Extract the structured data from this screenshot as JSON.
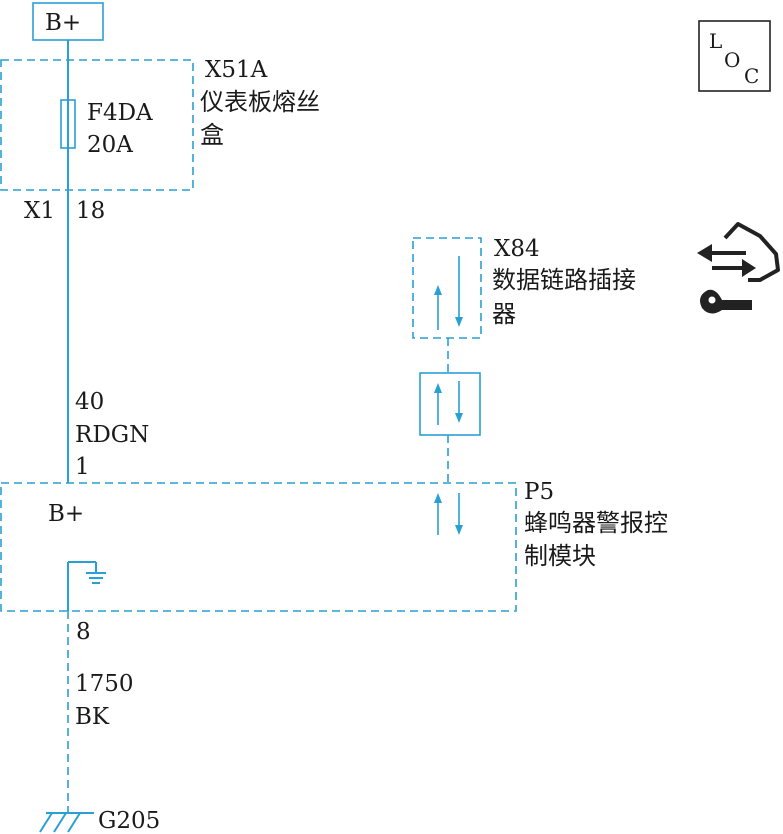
{
  "colors": {
    "wire": "#2a9fd4",
    "text": "#1a1a1a",
    "icon": "#222222"
  },
  "battery_label": "B+",
  "loc_badge": {
    "l": "L",
    "o": "O",
    "c": "C"
  },
  "fuse_box": {
    "id": "X51A",
    "name_line1": "仪表板熔丝",
    "name_line2": "盒",
    "fuse_id": "F4DA",
    "fuse_rating": "20A",
    "connector": "X1",
    "pin": "18"
  },
  "wire1": {
    "circuit": "40",
    "color": "RDGN",
    "pin": "1"
  },
  "dlc": {
    "id": "X84",
    "name_line1": "数据链路插接",
    "name_line2": "器"
  },
  "module": {
    "id": "P5",
    "name_line1": "蜂鸣器警报控",
    "name_line2": "制模块",
    "supply": "B+",
    "ground_pin": "8"
  },
  "wire2": {
    "circuit": "1750",
    "color": "BK"
  },
  "ground": {
    "id": "G205"
  },
  "icons": {
    "diagnostic": "diagnostic-tool-icon",
    "ground": "ground-symbol-icon",
    "fuse": "fuse-icon"
  }
}
